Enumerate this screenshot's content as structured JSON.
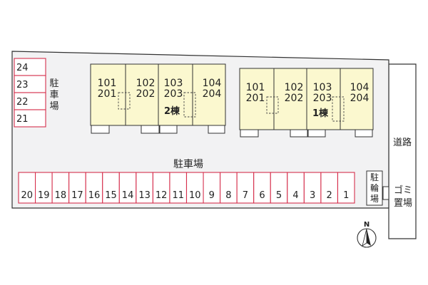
{
  "buildings": [
    {
      "name": "2棟",
      "units": [
        [
          "101",
          "201"
        ],
        [
          "102",
          "202"
        ],
        [
          "103",
          "203"
        ],
        [
          "104",
          "204"
        ]
      ]
    },
    {
      "name": "1棟",
      "units": [
        [
          "101",
          "201"
        ],
        [
          "102",
          "202"
        ],
        [
          "103",
          "203"
        ],
        [
          "104",
          "204"
        ]
      ]
    }
  ],
  "parking_left": {
    "label_chars": [
      "駐",
      "車",
      "場"
    ],
    "spaces": [
      "24",
      "23",
      "22",
      "21"
    ]
  },
  "parking_bottom": {
    "label": "駐車場",
    "spaces": [
      "20",
      "19",
      "18",
      "17",
      "16",
      "15",
      "14",
      "13",
      "12",
      "11",
      "10",
      "9",
      "8",
      "7",
      "6",
      "5",
      "4",
      "3",
      "2",
      "1"
    ]
  },
  "bike_parking_chars": [
    "駐",
    "輪",
    "場"
  ],
  "trash_label_chars": [
    "ゴミ",
    "置場"
  ],
  "road_label": "道路",
  "compass_label": "N",
  "colors": {
    "building_fill": "#fbf8cf",
    "parking_border": "#d6304d",
    "site_fill": "#f2f2f3"
  }
}
